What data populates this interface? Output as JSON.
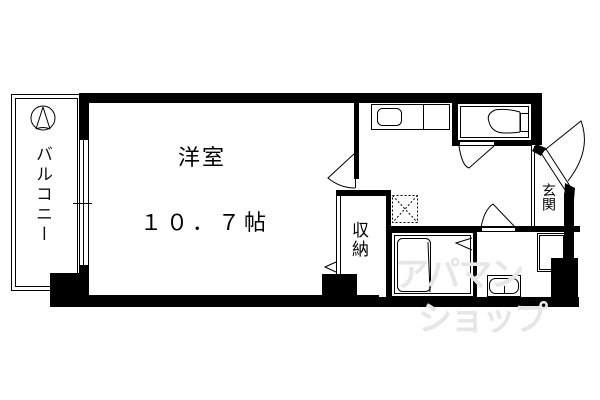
{
  "floor_plan": {
    "rooms": {
      "western_room": {
        "name": "洋室",
        "size": "１０．７帖"
      },
      "balcony": {
        "name": "バルコニー"
      },
      "storage": {
        "name": "収納"
      },
      "entrance": {
        "name": "玄関"
      }
    },
    "fixtures": [
      "kitchen-sink",
      "stove",
      "toilet",
      "bathtub",
      "washbasin",
      "washing-machine-space",
      "refrigerator-space"
    ],
    "compass": {
      "symbol": "north-arrow"
    },
    "watermark": {
      "line1": "アパマン",
      "line2": "ショップ"
    },
    "colors": {
      "wall": "#000000",
      "background": "#ffffff",
      "watermark": "#e6e6e6"
    }
  }
}
